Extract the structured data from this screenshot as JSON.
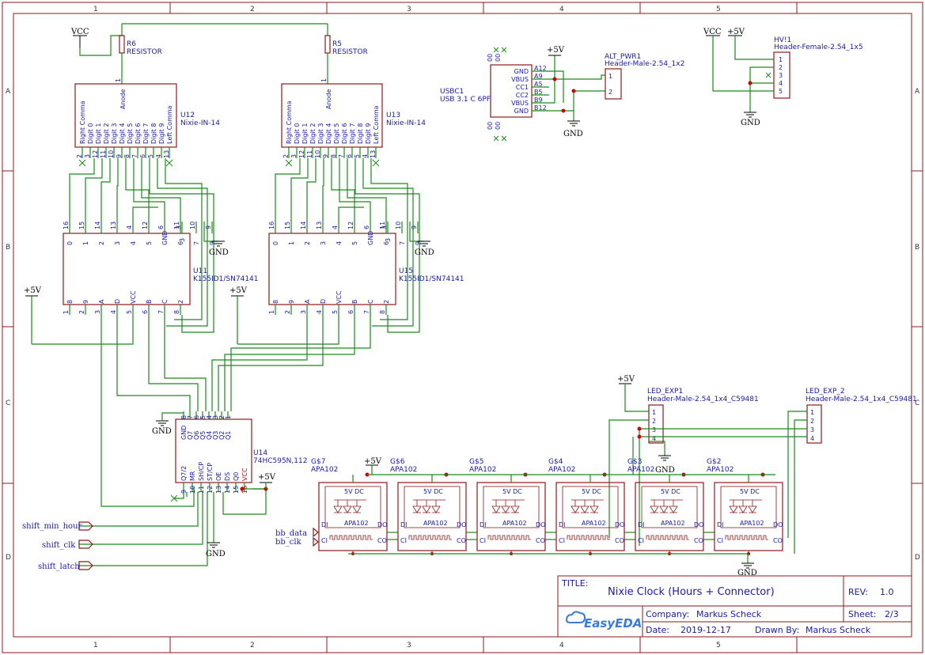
{
  "frame": {
    "col_labels": [
      "1",
      "2",
      "3",
      "4",
      "5"
    ],
    "row_labels": [
      "A",
      "B",
      "C",
      "D"
    ]
  },
  "power": {
    "vcc": "VCC",
    "p5v": "+5V",
    "gnd": "GND"
  },
  "resistors": {
    "r6": {
      "ref": "R6",
      "value": "RESISTOR"
    },
    "r5": {
      "ref": "R5",
      "value": "RESISTOR"
    }
  },
  "nixie_tubes": {
    "u12": {
      "ref": "U12",
      "value": "Nixie-IN-14"
    },
    "u13": {
      "ref": "U13",
      "value": "Nixie-IN-14"
    },
    "pin_names": [
      "Right Comma",
      "Digit 0",
      "Digit 1",
      "Digit 2",
      "Digit 3",
      "Digit 4",
      "Digit 5",
      "Digit 6",
      "Digit 7",
      "Digit 8",
      "Digit 9",
      "Left Comma"
    ],
    "pin_numbers": [
      "2",
      "3",
      "12",
      "11",
      "10",
      "9",
      "8",
      "7",
      "6",
      "5",
      "4",
      "13"
    ],
    "anode_name": "Anode",
    "anode_number": "1"
  },
  "drivers": {
    "u11": {
      "ref": "U11",
      "value": "K155ID1/SN74141"
    },
    "u15": {
      "ref": "U15",
      "value": "K155ID1/SN74141"
    },
    "top_names": [
      "0",
      "1",
      "2",
      "3",
      "4",
      "5",
      "GND",
      "6",
      "7",
      "9"
    ],
    "top_numbers": [
      "16",
      "15",
      "14",
      "13",
      "4",
      "12",
      "6",
      "11",
      "10",
      "9"
    ],
    "extra_name": "3",
    "extra_number": "3",
    "bottom_names": [
      "8",
      "9",
      "A",
      "D",
      "VCC",
      "B",
      "C",
      "2"
    ],
    "bottom_numbers": [
      "1",
      "2",
      "3",
      "4",
      "5",
      "6",
      "7",
      "8"
    ]
  },
  "shift_register": {
    "ref": "U14",
    "value": "74HC595N,112",
    "top_names": [
      "GND",
      "Q7",
      "Q6",
      "Q5",
      "Q4",
      "Q3",
      "Q2",
      "Q1"
    ],
    "top_numbers": [
      "8",
      "7",
      "6",
      "5",
      "4",
      "3",
      "2",
      "1"
    ],
    "bottom_names": [
      "Q7/2",
      "MR",
      "SH/CP",
      "ST/CP",
      "OE",
      "DS",
      "Q0",
      "VCC"
    ],
    "bottom_numbers": [
      "9",
      "10",
      "11",
      "12",
      "13",
      "14",
      "15",
      "16"
    ]
  },
  "usb": {
    "ref": "USBC1",
    "value": "USB 3.1 C 6PF",
    "pins": [
      [
        "GND",
        "A12"
      ],
      [
        "VBUS",
        "A9"
      ],
      [
        "CC1",
        "A5"
      ],
      [
        "CC2",
        "B5"
      ],
      [
        "VBUS",
        "B9"
      ],
      [
        "GND",
        "B12"
      ]
    ]
  },
  "alt_pwr": {
    "ref": "ALT_PWR1",
    "value": "Header-Male-2.54_1x2",
    "pins": [
      "1",
      "2"
    ]
  },
  "hv": {
    "ref": "HV!1",
    "value": "Header-Female-2.54_1x5",
    "pins": [
      "1",
      "2",
      "3",
      "4",
      "5"
    ]
  },
  "led_exp1": {
    "ref": "LED_EXP1",
    "value": "Header-Male-2.54_1x4_C59481",
    "pins": [
      "1",
      "2",
      "3",
      "4"
    ]
  },
  "led_exp2": {
    "ref": "LED_EXP_2",
    "value": "Header-Male-2.54_1x4_C59481",
    "pins": [
      "1",
      "2",
      "3",
      "4"
    ]
  },
  "leds": [
    {
      "ref": "G$7",
      "value": "APA102"
    },
    {
      "ref": "G$6",
      "value": "APA102"
    },
    {
      "ref": "G$5",
      "value": "APA102"
    },
    {
      "ref": "G$4",
      "value": "APA102"
    },
    {
      "ref": "G$3",
      "value": "APA102"
    },
    {
      "ref": "G$2",
      "value": "APA102"
    }
  ],
  "led_inner": {
    "vdc": "5V DC",
    "chip": "APA102",
    "di": "DI",
    "do": "DO",
    "ci": "CI",
    "co": "CO"
  },
  "nets": {
    "shift_min_hour": "shift_min_hour",
    "shift_clk": "shift_clk",
    "shift_latch": "shift_latch",
    "bb_data": "bb_data",
    "bb_clk": "bb_clk"
  },
  "title_block": {
    "title_label": "TITLE:",
    "title": "Nixie Clock (Hours + Connector)",
    "rev_label": "REV:",
    "rev": "1.0",
    "company_label": "Company:",
    "company": "Markus Scheck",
    "sheet_label": "Sheet:",
    "sheet": "2/3",
    "date_label": "Date:",
    "date": "2019-12-17",
    "drawn_label": "Drawn By:",
    "drawn_by": "Markus Scheck",
    "logo": "EasyEDA"
  },
  "colors": {
    "wire": "#1a8a1a",
    "body": "#8b1a1a",
    "text": "#1a1aa6",
    "junction": "#cc0000"
  }
}
